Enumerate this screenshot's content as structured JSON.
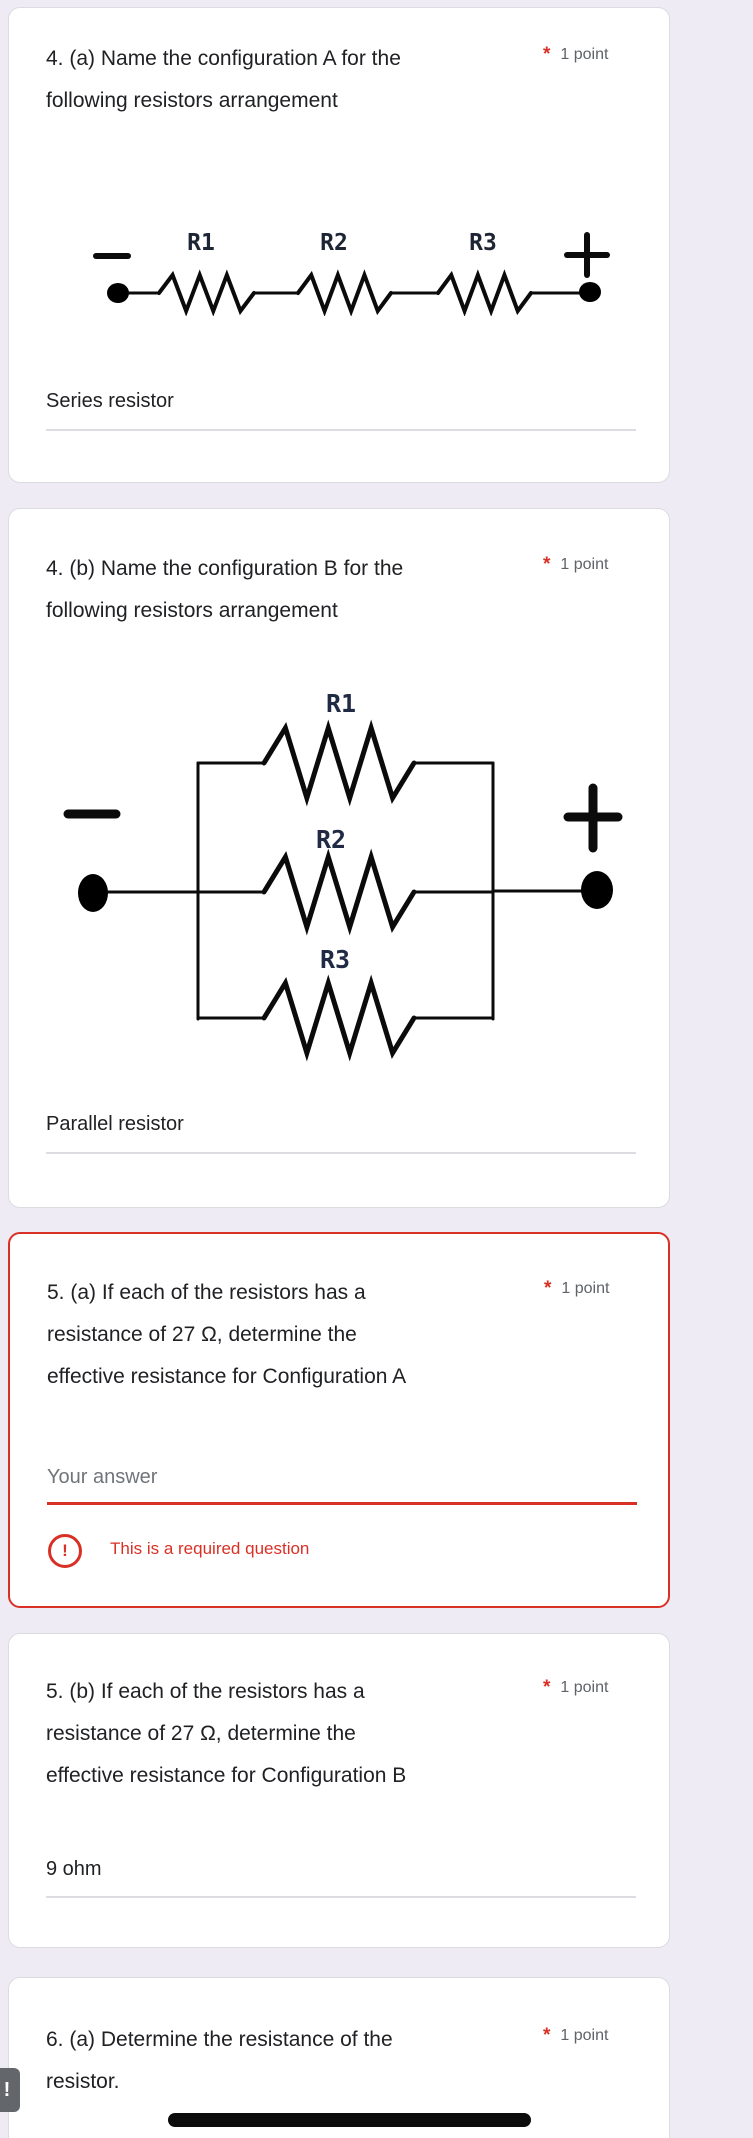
{
  "theme": {
    "background": "#eeebf5",
    "card_background": "#ffffff",
    "card_border": "#dadce0",
    "error_red": "#d93025",
    "text_primary": "#202124",
    "text_secondary": "#5f6368",
    "placeholder_gray": "#70757a",
    "wire_black": "#0b0b0b"
  },
  "cards": [
    {
      "question_lines": [
        "4. (a) Name the configuration A for the",
        "following resistors arrangement"
      ],
      "required_marker": "*",
      "points": "1 point",
      "answer_value": "Series resistor",
      "diagram": {
        "type": "series",
        "r_labels": [
          "R1",
          "R2",
          "R3"
        ],
        "negative_terminal": "minus",
        "positive_terminal": "plus"
      }
    },
    {
      "question_lines": [
        "4. (b) Name the configuration B for the",
        "following resistors arrangement"
      ],
      "required_marker": "*",
      "points": "1 point",
      "answer_value": "Parallel resistor",
      "diagram": {
        "type": "parallel",
        "r_labels": [
          "R1",
          "R2",
          "R3"
        ],
        "negative_terminal": "minus",
        "positive_terminal": "plus"
      }
    },
    {
      "question_lines": [
        "5. (a) If each of the resistors has a",
        "resistance of 27 Ω, determine the",
        "effective resistance for Configuration A"
      ],
      "required_marker": "*",
      "points": "1 point",
      "answer_placeholder": "Your answer",
      "error_message": "This is a required question",
      "error_icon": "!"
    },
    {
      "question_lines": [
        "5. (b) If each of the resistors has a",
        "resistance of 27 Ω, determine the",
        "effective resistance for Configuration B"
      ],
      "required_marker": "*",
      "points": "1 point",
      "answer_value": "9 ohm"
    },
    {
      "question_lines": [
        "6. (a) Determine the resistance of the",
        "resistor."
      ],
      "required_marker": "*",
      "points": "1 point"
    }
  ],
  "overlay": {
    "alert_badge": "!"
  }
}
